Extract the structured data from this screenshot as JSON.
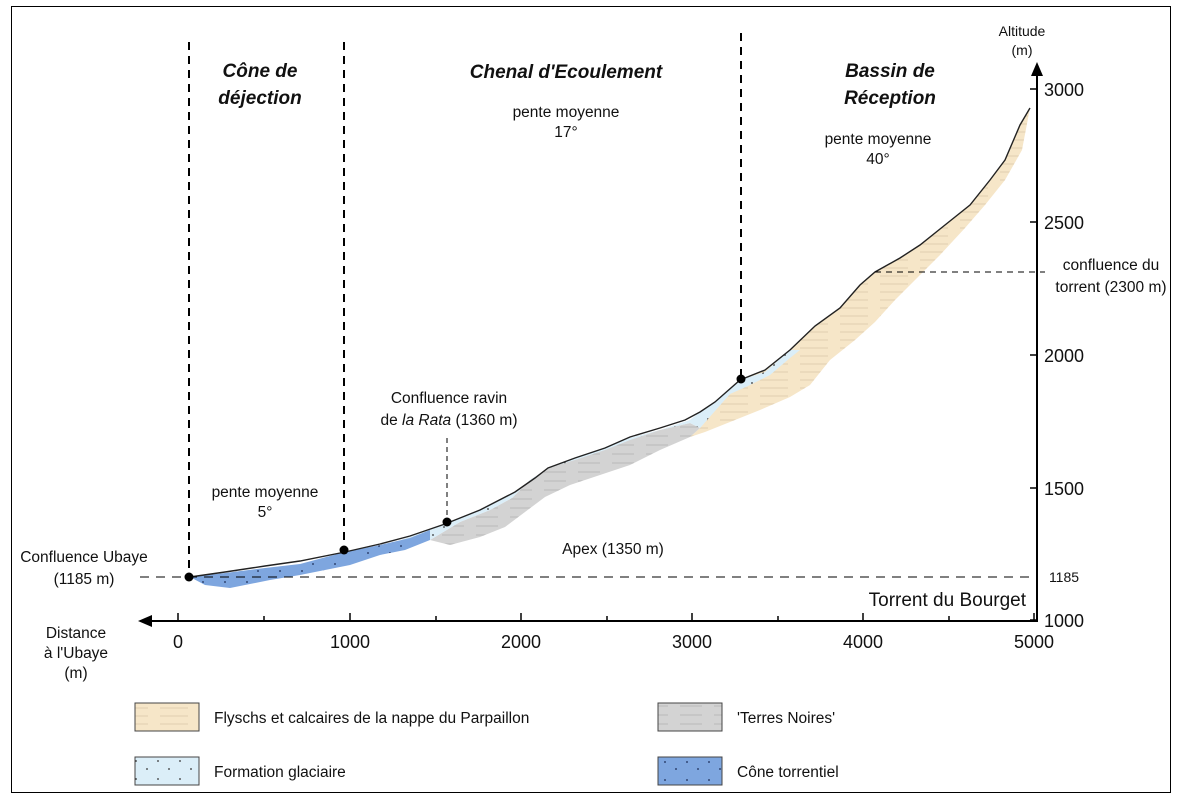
{
  "zones": {
    "cone": [
      "Cône de",
      "déjection"
    ],
    "chenal": "Chenal d'Ecoulement",
    "bassin": [
      "Bassin de",
      "Réception"
    ]
  },
  "slopes": {
    "cone": [
      "pente moyenne",
      "5°"
    ],
    "chenal": [
      "pente moyenne",
      "17°"
    ],
    "bassin": [
      "pente moyenne",
      "40°"
    ]
  },
  "annotations": {
    "confluence_ubaye": [
      "Confluence Ubaye",
      "(1185 m)"
    ],
    "confluence_rata": [
      "Confluence ravin",
      "de ",
      "la Rata",
      " (1360 m)"
    ],
    "apex": "Apex (1350 m)",
    "confluence_torrent": [
      "confluence du",
      "torrent (2300 m)"
    ],
    "torrent_name": "Torrent du Bourget",
    "ref_1185": "1185"
  },
  "axes": {
    "y_title": [
      "Altitude",
      "(m)"
    ],
    "y_ticks": [
      "3000",
      "2500",
      "2000",
      "1500",
      "1000"
    ],
    "x_title": [
      "Distance",
      "à l'Ubaye",
      "(m)"
    ],
    "x_ticks": [
      "0",
      "1000",
      "2000",
      "3000",
      "4000",
      "5000"
    ]
  },
  "legend": {
    "flysch": "Flyschs et calcaires de la nappe du Parpaillon",
    "terres_noires": "'Terres Noires'",
    "glaciaire": "Formation glaciaire",
    "cone": "Cône torrentiel"
  },
  "colors": {
    "flysch": "#f6e6c8",
    "terres_noires": "#d3d3d3",
    "glaciaire": "#dbeef8",
    "cone": "#7ea6df"
  }
}
